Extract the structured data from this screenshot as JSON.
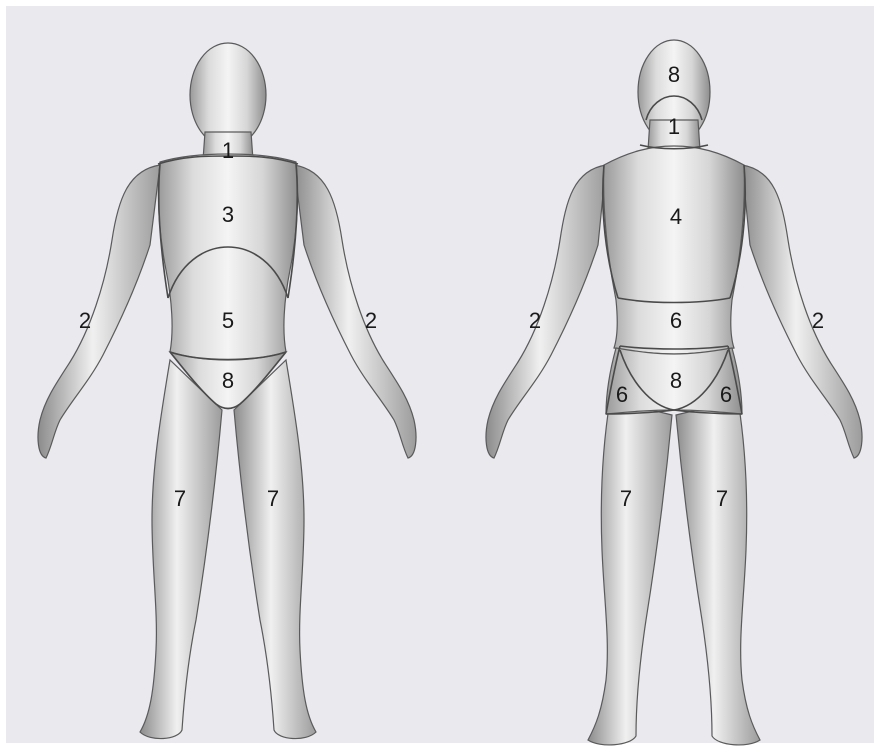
{
  "colors": {
    "background": "#e9e9ee",
    "body_light": "#f2f2f2",
    "body_mid": "#c9c9c9",
    "body_dark": "#8a8a8a",
    "outline": "#555555",
    "region_line": "#4a4a4a",
    "label_text": "#1a1a1a"
  },
  "front_view": {
    "labels": {
      "neck": "1",
      "arm_left": "2",
      "arm_right": "2",
      "chest": "3",
      "abdomen": "5",
      "groin": "8",
      "leg_left": "7",
      "leg_right": "7"
    }
  },
  "back_view": {
    "labels": {
      "head": "8",
      "neck": "1",
      "upper_back": "4",
      "arm_left": "2",
      "arm_right": "2",
      "lower_back": "6",
      "buttocks": "8",
      "hip_left": "6",
      "hip_right": "6",
      "leg_left": "7",
      "leg_right": "7"
    }
  }
}
